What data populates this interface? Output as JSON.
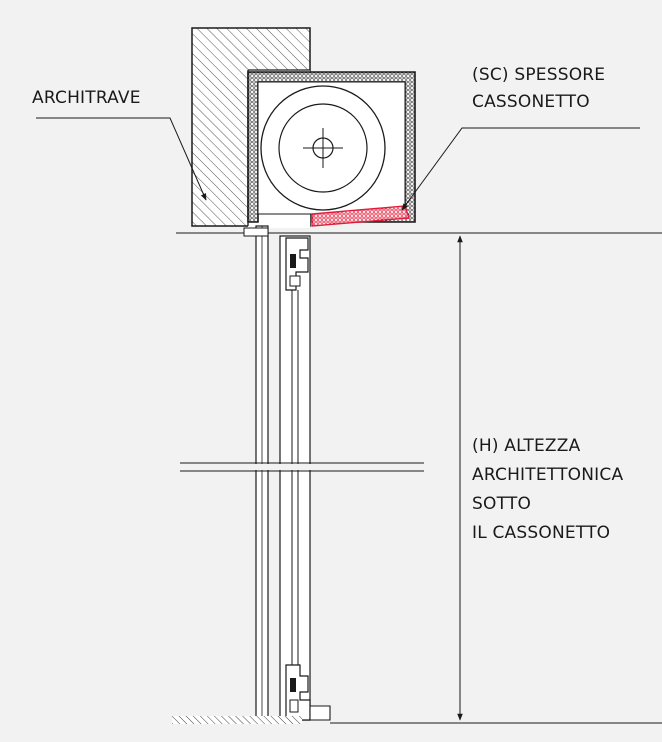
{
  "labels": {
    "architrave": "ARCHITRAVE",
    "spessore_line1": "(SC) SPESSORE",
    "spessore_line2": "CASSONETTO",
    "altezza_line1": "(H) ALTEZZA",
    "altezza_line2": "ARCHITETTONICA",
    "altezza_line3": "SOTTO",
    "altezza_line4": "IL CASSONETTO"
  },
  "colors": {
    "background": "#f2f2f2",
    "line": "#1a1a1a",
    "highlight": "#e01e3c"
  }
}
